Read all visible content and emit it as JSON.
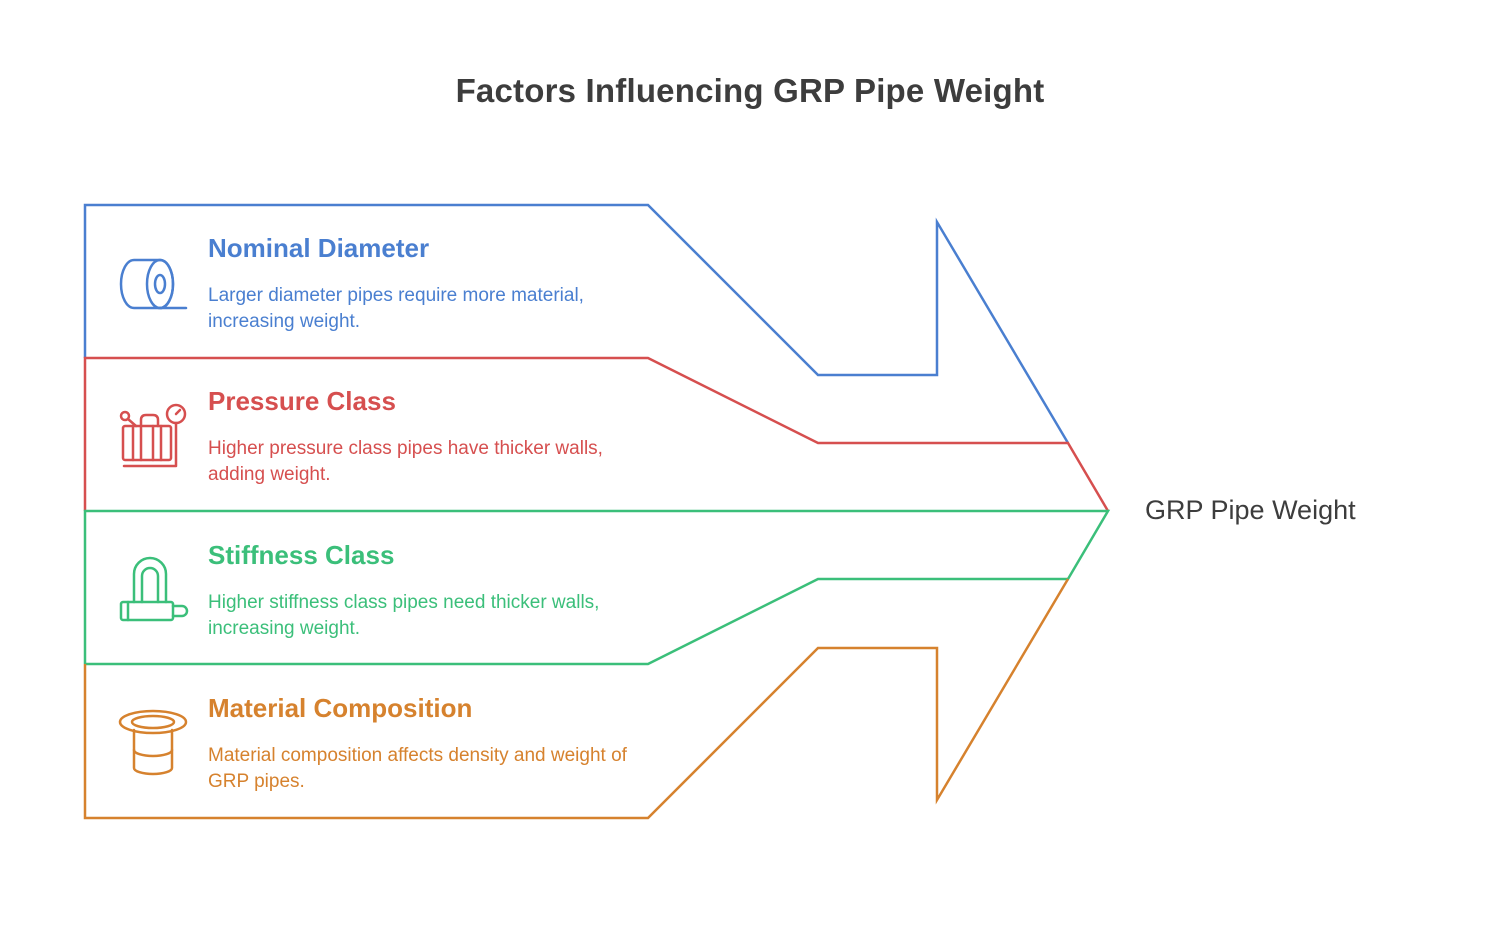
{
  "title": "Factors Influencing GRP Pipe Weight",
  "target": "GRP Pipe Weight",
  "colors": {
    "blue": "#4a7fd0",
    "red": "#d64f4f",
    "green": "#3bbf7a",
    "orange": "#d6822e",
    "text": "#3d3d3d"
  },
  "factors": [
    {
      "title": "Nominal Diameter",
      "description": "Larger diameter pipes require more material, increasing weight.",
      "icon": "pipe-roll-icon",
      "color": "#4a7fd0"
    },
    {
      "title": "Pressure Class",
      "description": "Higher pressure class pipes have thicker walls, adding weight.",
      "icon": "pressure-gauge-icon",
      "color": "#d64f4f"
    },
    {
      "title": "Stiffness Class",
      "description": "Higher stiffness class pipes need thicker walls, increasing weight.",
      "icon": "u-clamp-icon",
      "color": "#3bbf7a"
    },
    {
      "title": "Material Composition",
      "description": "Material composition affects density and weight of GRP pipes.",
      "icon": "layered-cylinder-icon",
      "color": "#d6822e"
    }
  ]
}
